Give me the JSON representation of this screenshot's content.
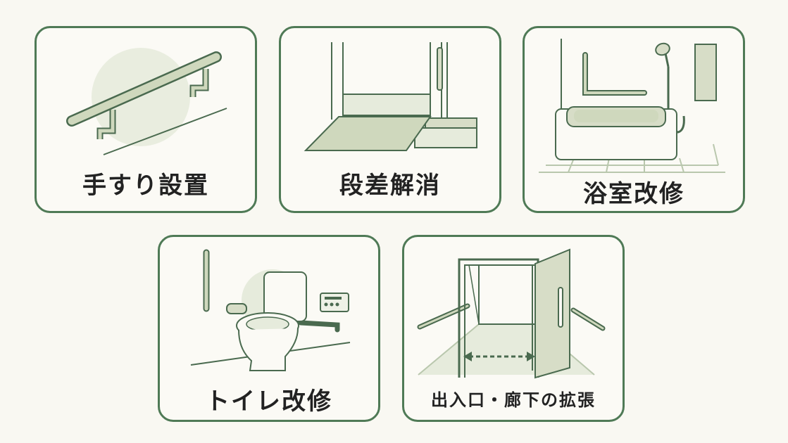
{
  "cards": [
    {
      "label": "手すり設置",
      "icon": "handrail-icon"
    },
    {
      "label": "段差解消",
      "icon": "ramp-icon"
    },
    {
      "label": "浴室改修",
      "icon": "bathtub-icon"
    },
    {
      "label": "トイレ改修",
      "icon": "toilet-icon"
    },
    {
      "label": "出入口・廊下の拡張",
      "icon": "wide-doorway-icon"
    }
  ],
  "colors": {
    "border": "#4f7a56",
    "stroke": "#4a6a4f",
    "fill": "#d7ddc7",
    "highlight": "#e6ebdc",
    "background": "#f9f8f2"
  }
}
